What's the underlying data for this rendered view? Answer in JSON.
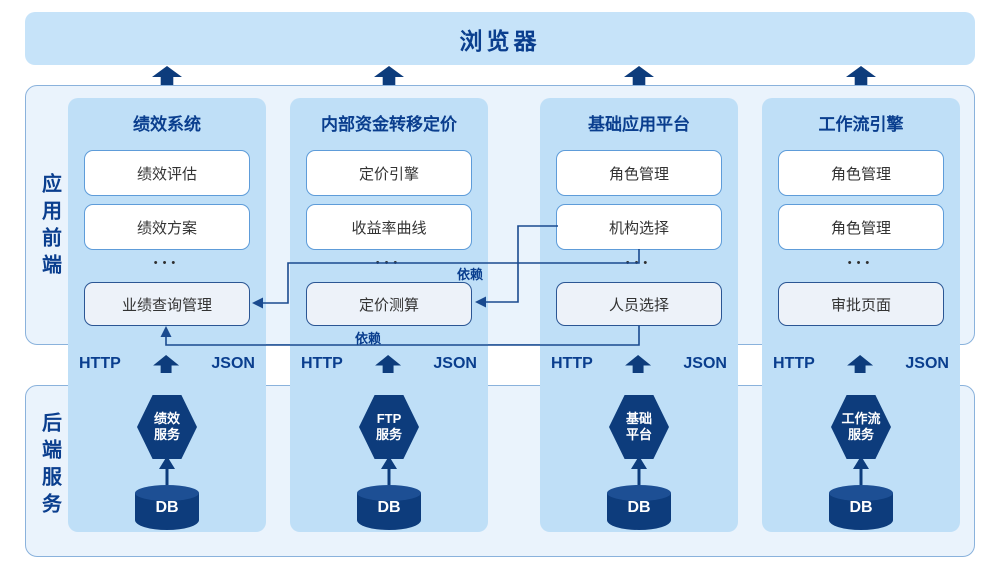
{
  "browser_bar": {
    "title": "浏览器"
  },
  "sections": {
    "frontend_label": "应用前端",
    "backend_label": "后端服务"
  },
  "protocol": {
    "http": "HTTP",
    "json": "JSON"
  },
  "dependency_label": "依赖",
  "ellipsis": "•••",
  "columns": [
    {
      "title": "绩效系统",
      "modules": [
        "绩效评估",
        "绩效方案"
      ],
      "bottom_module": "业绩查询管理",
      "service_lines": [
        "绩效",
        "服务"
      ],
      "db_label": "DB"
    },
    {
      "title": "内部资金转移定价",
      "modules": [
        "定价引擎",
        "收益率曲线"
      ],
      "bottom_module": "定价测算",
      "service_lines": [
        "FTP",
        "服务"
      ],
      "db_label": "DB"
    },
    {
      "title": "基础应用平台",
      "modules": [
        "角色管理",
        "机构选择"
      ],
      "bottom_module": "人员选择",
      "service_lines": [
        "基础",
        "平台"
      ],
      "db_label": "DB"
    },
    {
      "title": "工作流引擎",
      "modules": [
        "角色管理",
        "角色管理"
      ],
      "bottom_module": "审批页面",
      "service_lines": [
        "工作流",
        "服务"
      ],
      "db_label": "DB"
    }
  ],
  "colors": {
    "navy_text": "#0a3e8e",
    "bar_blue": "#c6e3f9",
    "strip_blue": "#bfdff7",
    "container_bg": "#eaf3fc",
    "container_border": "#8ab2dc",
    "module_border": "#5e9cd9",
    "bottom_module_border": "#2b5694",
    "bottom_module_bg": "#edf2f9",
    "shape_navy": "#0d3c7c",
    "line_navy": "#1a4a8f"
  }
}
